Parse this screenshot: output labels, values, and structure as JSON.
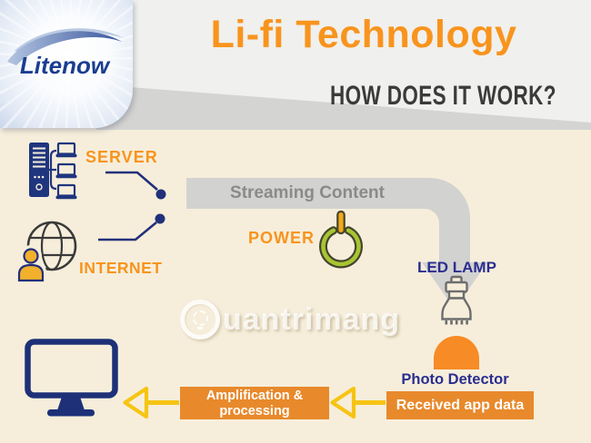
{
  "header": {
    "title": "Li-fi Technology",
    "subtitle": "HOW DOES IT WORK?"
  },
  "logo": {
    "text": "Litenow"
  },
  "labels": {
    "server": "SERVER",
    "internet": "INTERNET",
    "power": "POWER",
    "led_lamp": "LED LAMP",
    "photo_detector": "Photo Detector"
  },
  "band": {
    "streaming": "Streaming Content"
  },
  "boxes": {
    "received": "Received app data",
    "amplification": "Amplification &\nprocessing"
  },
  "watermark": {
    "text": "uantrimang"
  },
  "icons": {
    "server": "server-icon",
    "internet": "internet-globe-icon",
    "user": "user-icon",
    "power": "power-icon",
    "led_lamp": "led-lamp-icon",
    "photo_detector": "photo-detector-shape",
    "monitor": "monitor-icon",
    "flow_band": "streaming-flow-arrow",
    "arrows": "left-arrow-icon",
    "watermark_bulb": "lightbulb-icon"
  },
  "colors": {
    "background": "#f6eedb",
    "header_bg": "#f0f0ee",
    "wedge_gray": "#d4d4d2",
    "band_gray": "#d2d2d0",
    "accent_orange": "#f8941d",
    "box_orange": "#e8892b",
    "dome_orange": "#f78b25",
    "navy": "#1f357e",
    "label_blue": "#2b2e8f",
    "arrow_yellow": "#f6c413",
    "power_green": "#a8c531",
    "subtitle_dark": "#3b3b3b"
  }
}
